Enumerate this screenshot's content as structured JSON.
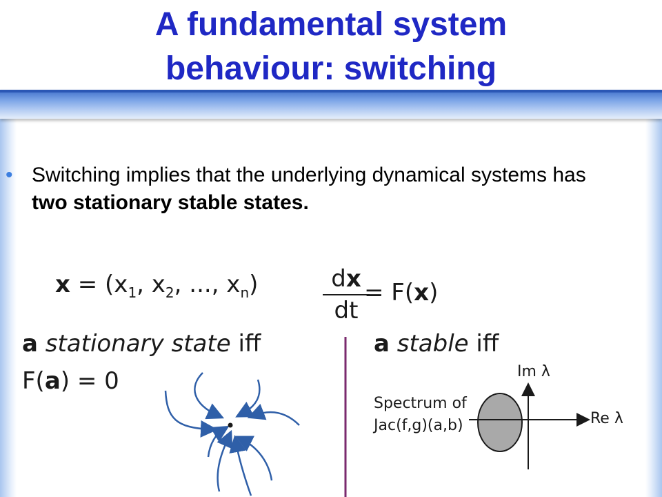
{
  "slide": {
    "title_line1": "A fundamental system",
    "title_line2": "behaviour: switching",
    "bullet": {
      "text_before": "Switching implies that the underlying dynamical systems has ",
      "text_bold": "two stationary stable states."
    }
  },
  "figure": {
    "state_vector": {
      "bold_x": "x",
      "eq_open": " = (x",
      "sub1": "1",
      "sep1": ", x",
      "sub2": "2",
      "sep2": ", ..., x",
      "subn": "n",
      "close": ")"
    },
    "ode": {
      "num_d": "d",
      "num_x": "x",
      "den": "dt",
      "rhs_open": "= F(",
      "rhs_x": "x",
      "rhs_close": ")"
    },
    "stationary": {
      "bold_a": "a",
      "italic": " stationary state",
      "rest": " iff",
      "cond_open": "F(",
      "cond_a": "a",
      "cond_close": ") = 0"
    },
    "stable": {
      "bold_a": "a",
      "italic": " stable",
      "rest": " iff"
    },
    "spectrum": {
      "line1": "Spectrum of",
      "line2": "Jac(f,g)(a,b)",
      "im_axis": "Im λ",
      "re_axis": "Re λ"
    },
    "colors": {
      "arrows": "#2f5fa8",
      "divider": "#7a2a6e",
      "ellipse_fill": "#a9a9a9"
    }
  }
}
